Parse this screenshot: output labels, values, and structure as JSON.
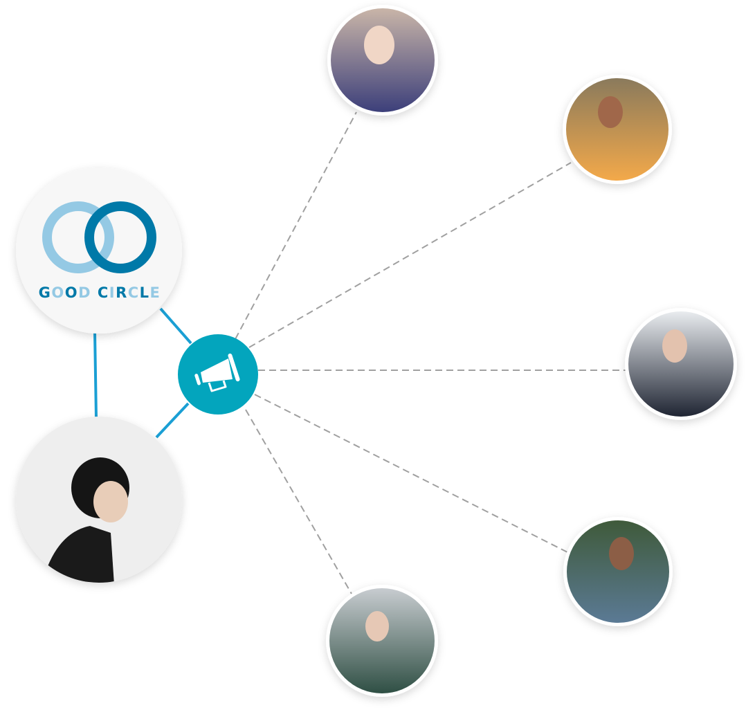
{
  "brand": {
    "name": "GOOD CIRCLE",
    "letters": [
      "G",
      "O",
      "O",
      "D",
      " ",
      "C",
      "I",
      "R",
      "C",
      "L",
      "E"
    ],
    "colors": {
      "dark": "#0079a8",
      "light": "#94c9e4"
    }
  },
  "hub": {
    "icon": "megaphone-icon",
    "color": "#03a5bd"
  },
  "connector_colors": {
    "solid": "#1a9fd4",
    "dashed": "#a0a0a0"
  },
  "members": [
    {
      "id": "member-top",
      "tone": [
        "#c9b5a8",
        "#3c3f7a"
      ]
    },
    {
      "id": "member-upper-right",
      "tone": [
        "#8a7a5c",
        "#f3a94a"
      ]
    },
    {
      "id": "member-right",
      "tone": [
        "#e9ecef",
        "#1f2533"
      ]
    },
    {
      "id": "member-lower-right",
      "tone": [
        "#3f5a3a",
        "#5b7a95"
      ]
    },
    {
      "id": "member-bottom",
      "tone": [
        "#c8ccd0",
        "#2f4f44"
      ]
    }
  ],
  "organizer": {
    "id": "organizer",
    "tone": [
      "#eeeeee",
      "#1a1a1a"
    ]
  }
}
